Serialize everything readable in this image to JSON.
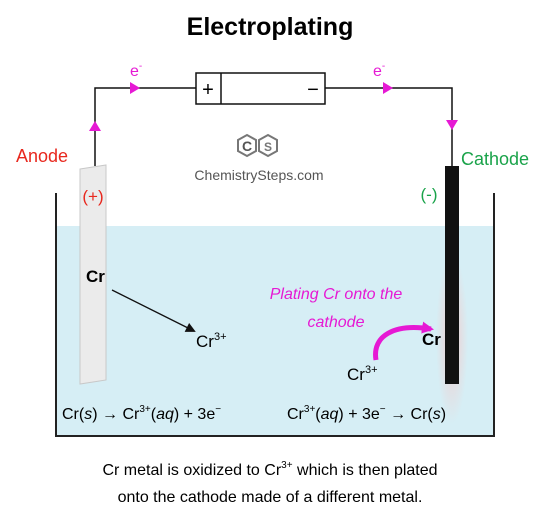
{
  "title": "Electroplating",
  "electron_label": "e",
  "electron_sup": "-",
  "battery": {
    "plus": "+",
    "minus": "−"
  },
  "logo": {
    "text": "ChemistrySteps.com",
    "letter_c": "C",
    "letter_s": "S"
  },
  "anode": {
    "label": "Anode",
    "sign": "(+)",
    "metal": "Cr"
  },
  "cathode": {
    "label": "Cathode",
    "sign": "(-)",
    "metal": "Cr"
  },
  "ion": {
    "base": "Cr",
    "charge": "3+"
  },
  "annotation": {
    "line1": "Plating Cr onto the",
    "line2": "cathode"
  },
  "reactions": {
    "anode": {
      "a": "Cr(",
      "s": "s",
      "b": ") → Cr",
      "sup": "3+",
      "c": "(",
      "aq": "aq",
      "d": ") + 3e",
      "e": "−"
    },
    "cathode": {
      "a": "Cr",
      "sup": "3+",
      "b": "(",
      "aq": "aq",
      "c": ") + 3e",
      "e": "−",
      "d": " → Cr(",
      "s": "s",
      "f": ")"
    }
  },
  "caption": {
    "line1_a": "Cr metal is oxidized to Cr",
    "line1_sup": "3+",
    "line1_b": " which is then plated",
    "line2": "onto the cathode made of a different metal."
  },
  "colors": {
    "anode_label": "#e8281e",
    "cathode_label": "#1aa34a",
    "electron": "#e619d4",
    "annotation": "#e619d4",
    "solution": "#d6eef5",
    "anode_electrode": "#ebebeb",
    "cathode_electrode": "#111111"
  }
}
